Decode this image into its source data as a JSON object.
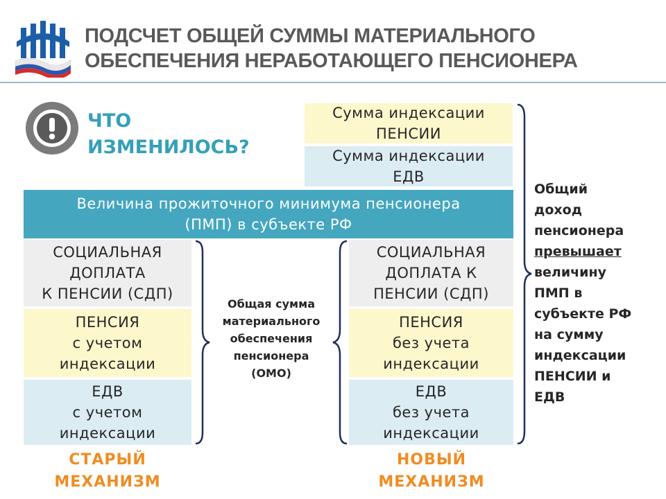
{
  "header": {
    "title_line1": "ПОДСЧЕТ ОБЩЕЙ СУММЫ МАТЕРИАЛЬНОГО",
    "title_line2": "ОБЕСПЕЧЕНИЯ НЕРАБОТАЮЩЕГО ПЕНСИОНЕРА"
  },
  "notice": {
    "line1": "ЧТО",
    "line2": "ИЗМЕНИЛОСЬ?"
  },
  "top_boxes": {
    "pension_index_line1": "Сумма индексации",
    "pension_index_line2": "ПЕНСИИ",
    "edv_index_line1": "Сумма индексации",
    "edv_index_line2": "ЕДВ"
  },
  "pmp_bar": {
    "line1": "Величина прожиточного минимума пенсионера",
    "line2": "(ПМП)  в субъекте РФ"
  },
  "old_mechanism": {
    "sdp": [
      "СОЦИАЛЬНАЯ",
      "ДОПЛАТА",
      "К ПЕНСИИ (СДП)"
    ],
    "pension": [
      "ПЕНСИЯ",
      "с учетом",
      "индексации"
    ],
    "edv": [
      "ЕДВ",
      "с учетом",
      "индексации"
    ],
    "label_line1": "СТАРЫЙ",
    "label_line2": "МЕХАНИЗМ"
  },
  "new_mechanism": {
    "sdp": [
      "СОЦИАЛЬНАЯ",
      "ДОПЛАТА К",
      "ПЕНСИИ (СДП)"
    ],
    "pension": [
      "ПЕНСИЯ",
      "без учета",
      "индексации"
    ],
    "edv": [
      "ЕДВ",
      "без учета",
      "индексации"
    ],
    "label_line1": "НОВЫЙ",
    "label_line2": "МЕХАНИЗМ"
  },
  "omo_label": [
    "Общая сумма",
    "материального",
    "обеспечения",
    "пенсионера",
    "(ОМО)"
  ],
  "total_income": {
    "line1": "Общий",
    "line2": "доход",
    "line3": "пенсионера",
    "line4": "превышает",
    "line5": "величину",
    "line6": "ПМП в",
    "line7": "субъекте РФ",
    "line8": "на сумму",
    "line9": "индексации",
    "line10": "ПЕНСИИ и",
    "line11": "ЕДВ"
  },
  "colors": {
    "accent_teal": "#44a6bf",
    "mechanism_orange": "#f08c22",
    "brace_navy": "#1f2f5a"
  }
}
